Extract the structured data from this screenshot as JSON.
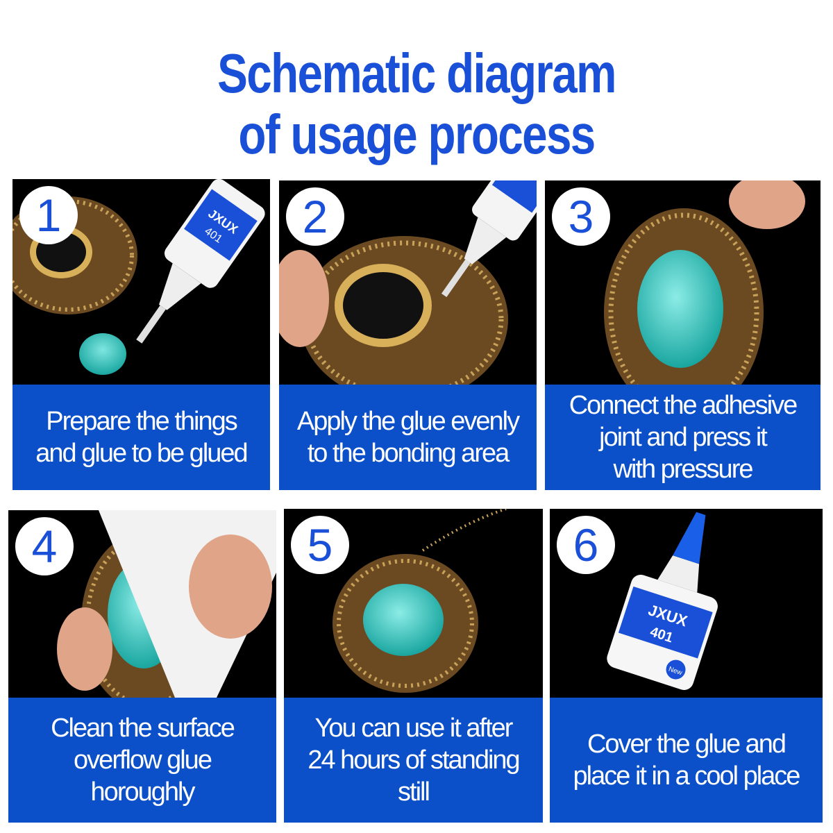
{
  "title": {
    "line1": "Schematic diagram",
    "line2": "of usage process"
  },
  "colors": {
    "title_blue": "#1a4fd8",
    "caption_blue": "#0b50c8",
    "photo_bg": "#000000"
  },
  "steps": [
    {
      "number": "1",
      "caption": "Prepare the things\nand glue to be glued"
    },
    {
      "number": "2",
      "caption": "Apply the glue evenly\nto the bonding area"
    },
    {
      "number": "3",
      "caption": "Connect the adhesive\njoint and press it\nwith pressure"
    },
    {
      "number": "4",
      "caption": "Clean the surface\noverflow glue\nhoroughly"
    },
    {
      "number": "5",
      "caption": "You can use it after\n24 hours of standing\nstill"
    },
    {
      "number": "6",
      "caption": "Cover the glue and\nplace it in a cool place"
    }
  ],
  "product": {
    "brand": "JXUX",
    "model": "401",
    "badge": "New"
  }
}
